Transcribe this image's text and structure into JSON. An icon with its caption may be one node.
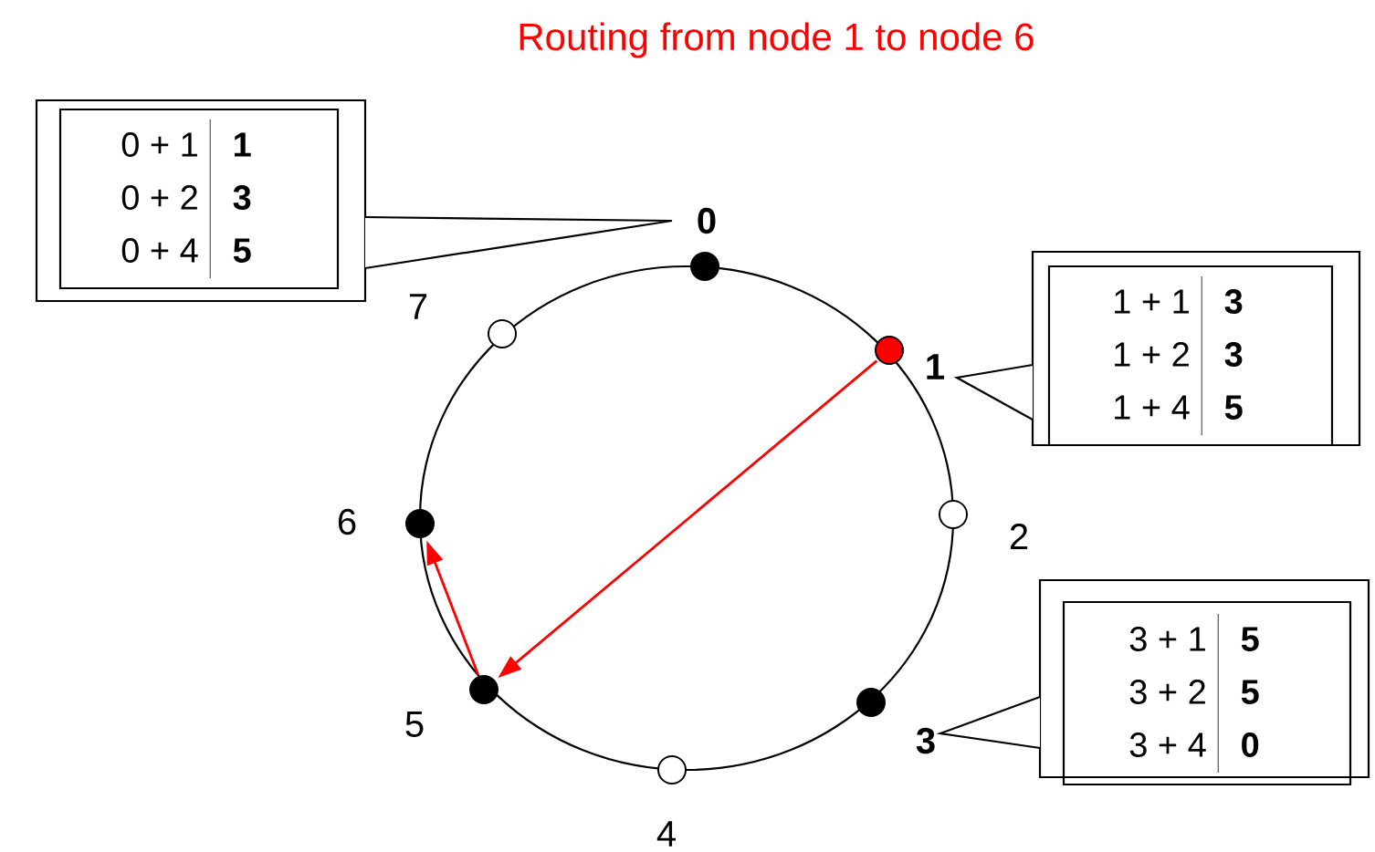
{
  "diagram": {
    "title": "Routing from node 1 to node 6",
    "nodes": [
      {
        "text": [],
        "shape": "circle"
      },
      {
        "text": [],
        "shape": "circle"
      },
      {
        "text": [],
        "shape": "circle"
      },
      {
        "text": [],
        "shape": "circle"
      },
      {
        "text": [],
        "shape": "circle"
      },
      {
        "text": [],
        "shape": "circle"
      },
      {
        "text": [],
        "shape": "circle"
      },
      {
        "text": [],
        "shape": "circle"
      },
      {
        "text": [
          "0 + 1",
          "1",
          "0 + 2",
          "3",
          "0 + 4",
          "5"
        ]
      },
      {
        "text": [
          "1 + 1",
          "3",
          "1 + 2",
          "3",
          "1 + 4",
          "5"
        ]
      },
      {
        "text": [
          "3 + 1",
          "5",
          "3 + 2",
          "5",
          "3 + 4",
          "0"
        ]
      }
    ],
    "edges": [
      {
        "from": 2,
        "to": 5,
        "arrow": "to",
        "color": "#ff0000"
      },
      {
        "from": 5,
        "to": 4,
        "arrow": "to",
        "color": "#ff0000"
      }
    ],
    "labels": [
      "0",
      "7",
      "1",
      "6",
      "2",
      "5",
      "3",
      "4"
    ]
  }
}
